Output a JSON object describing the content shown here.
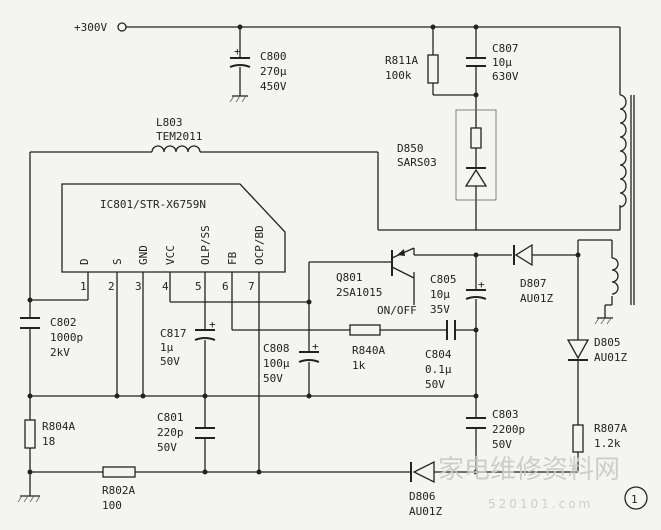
{
  "supply": "+300V",
  "ic": {
    "label": "IC801/STR-X6759N",
    "pins": [
      {
        "name": "D",
        "num": "1"
      },
      {
        "name": "S",
        "num": "2"
      },
      {
        "name": "GND",
        "num": "3"
      },
      {
        "name": "VCC",
        "num": "4"
      },
      {
        "name": "OLP/SS",
        "num": "5"
      },
      {
        "name": "FB",
        "num": "6"
      },
      {
        "name": "OCP/BD",
        "num": "7"
      }
    ]
  },
  "components": {
    "c800": {
      "ref": "C800",
      "v1": "270μ",
      "v2": "450V"
    },
    "r811a": {
      "ref": "R811A",
      "v1": "100k"
    },
    "c807": {
      "ref": "C807",
      "v1": "10μ",
      "v2": "630V"
    },
    "l803": {
      "ref": "L803",
      "v1": "TEM2011"
    },
    "d850": {
      "ref": "D850",
      "v1": "SARS03"
    },
    "q801": {
      "ref": "Q801",
      "v1": "2SA1015",
      "v2": "ON/OFF"
    },
    "c805": {
      "ref": "C805",
      "v1": "10μ",
      "v2": "35V"
    },
    "d807": {
      "ref": "D807",
      "v1": "AU01Z"
    },
    "c802": {
      "ref": "C802",
      "v1": "1000p",
      "v2": "2kV"
    },
    "c817": {
      "ref": "C817",
      "v1": "1μ",
      "v2": "50V"
    },
    "c808": {
      "ref": "C808",
      "v1": "100μ",
      "v2": "50V"
    },
    "r840a": {
      "ref": "R840A",
      "v1": "1k"
    },
    "c804": {
      "ref": "C804",
      "v1": "0.1μ",
      "v2": "50V"
    },
    "d805": {
      "ref": "D805",
      "v1": "AU01Z"
    },
    "r804a": {
      "ref": "R804A",
      "v1": "18"
    },
    "c801": {
      "ref": "C801",
      "v1": "220p",
      "v2": "50V"
    },
    "c803": {
      "ref": "C803",
      "v1": "2200p",
      "v2": "50V"
    },
    "r807a": {
      "ref": "R807A",
      "v1": "1.2k"
    },
    "r802a": {
      "ref": "R802A",
      "v1": "100"
    },
    "d806": {
      "ref": "D806",
      "v1": "AU01Z"
    }
  },
  "figure_number": "1"
}
